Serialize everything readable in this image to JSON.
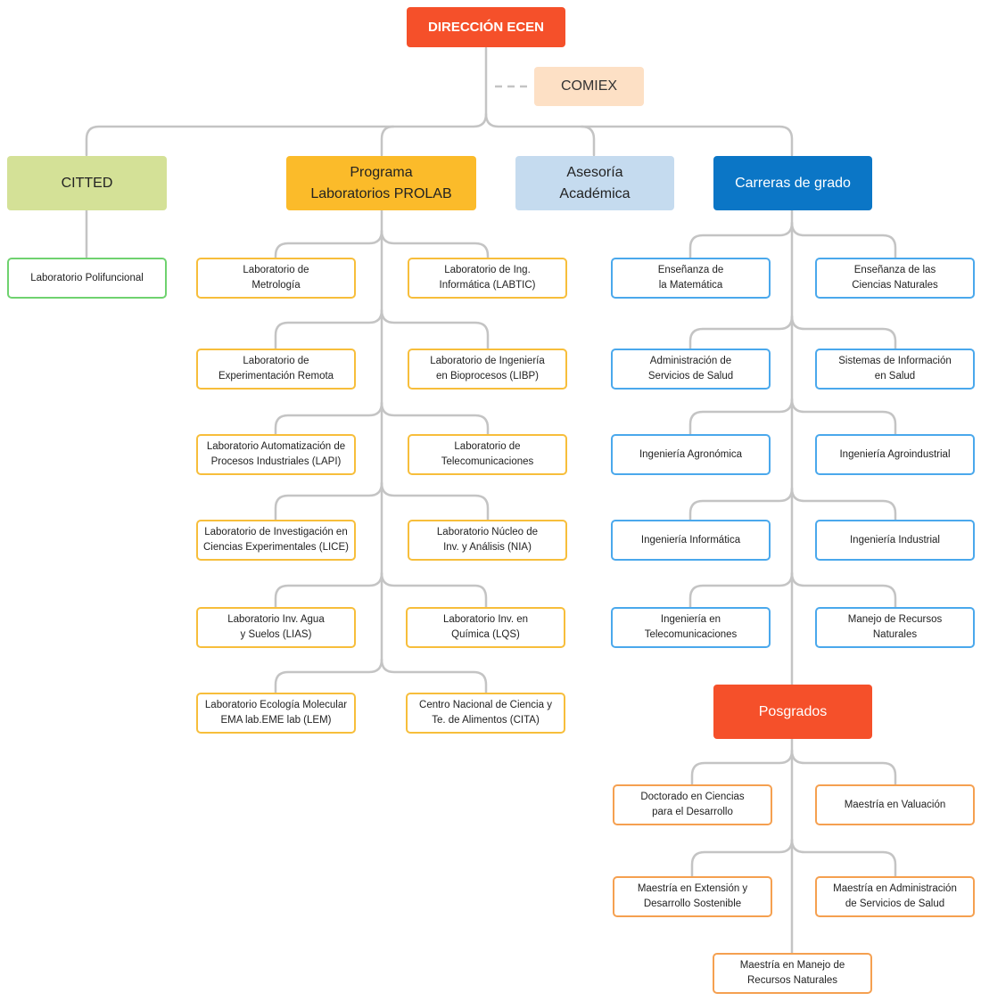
{
  "direccion": "DIRECCIÓN ECEN",
  "comiex": "COMIEX",
  "citted": {
    "title": "CITTED",
    "items": [
      "Laboratorio Polifuncional"
    ]
  },
  "prolab": {
    "title": "Programa\nLaboratorios PROLAB",
    "items": [
      "Laboratorio de\nMetrología",
      "Laboratorio de Ing.\nInformática (LABTIC)",
      "Laboratorio de\nExperimentación Remota",
      "Laboratorio de Ingeniería\nen Bioprocesos (LIBP)",
      "Laboratorio Automatización de\nProcesos Industriales (LAPI)",
      "Laboratorio de\nTelecomunicaciones",
      "Laboratorio de Investigación en\nCiencias Experimentales (LICE)",
      "Laboratorio Núcleo de\nInv. y Análisis (NIA)",
      "Laboratorio Inv. Agua\ny Suelos (LIAS)",
      "Laboratorio Inv. en\nQuímica (LQS)",
      "Laboratorio Ecología Molecular\nEMA lab.EME lab (LEM)",
      "Centro Nacional de Ciencia y\nTe. de Alimentos (CITA)"
    ]
  },
  "asesoria": {
    "title": "Asesoría\nAcadémica"
  },
  "carreras": {
    "title": "Carreras de grado",
    "items": [
      "Enseñanza de\nla Matemática",
      "Enseñanza de las\nCiencias Naturales",
      "Administración de\nServicios de Salud",
      "Sistemas de Información\nen Salud",
      "Ingeniería Agronómica",
      "Ingeniería Agroindustrial",
      "Ingeniería Informática",
      "Ingeniería Industrial",
      "Ingeniería en\nTelecomunicaciones",
      "Manejo de Recursos\nNaturales"
    ]
  },
  "posgrados": {
    "title": "Posgrados",
    "items": [
      "Doctorado en Ciencias\npara el Desarrollo",
      "Maestría en Valuación",
      "Maestría en Extensión y\nDesarrollo Sostenible",
      "Maestría en Administración\nde Servicios de Salud",
      "Maestría en Manejo de\nRecursos Naturales"
    ]
  },
  "colors": {
    "direccion": "#f5502a",
    "comiex": "#fde0c5",
    "citted": "#d4e197",
    "prolab": "#fbbb2a",
    "asesoria": "#c5dbef",
    "carreras": "#0b76c6",
    "posgrados": "#f5502a",
    "connector": "#c4c4c4"
  }
}
